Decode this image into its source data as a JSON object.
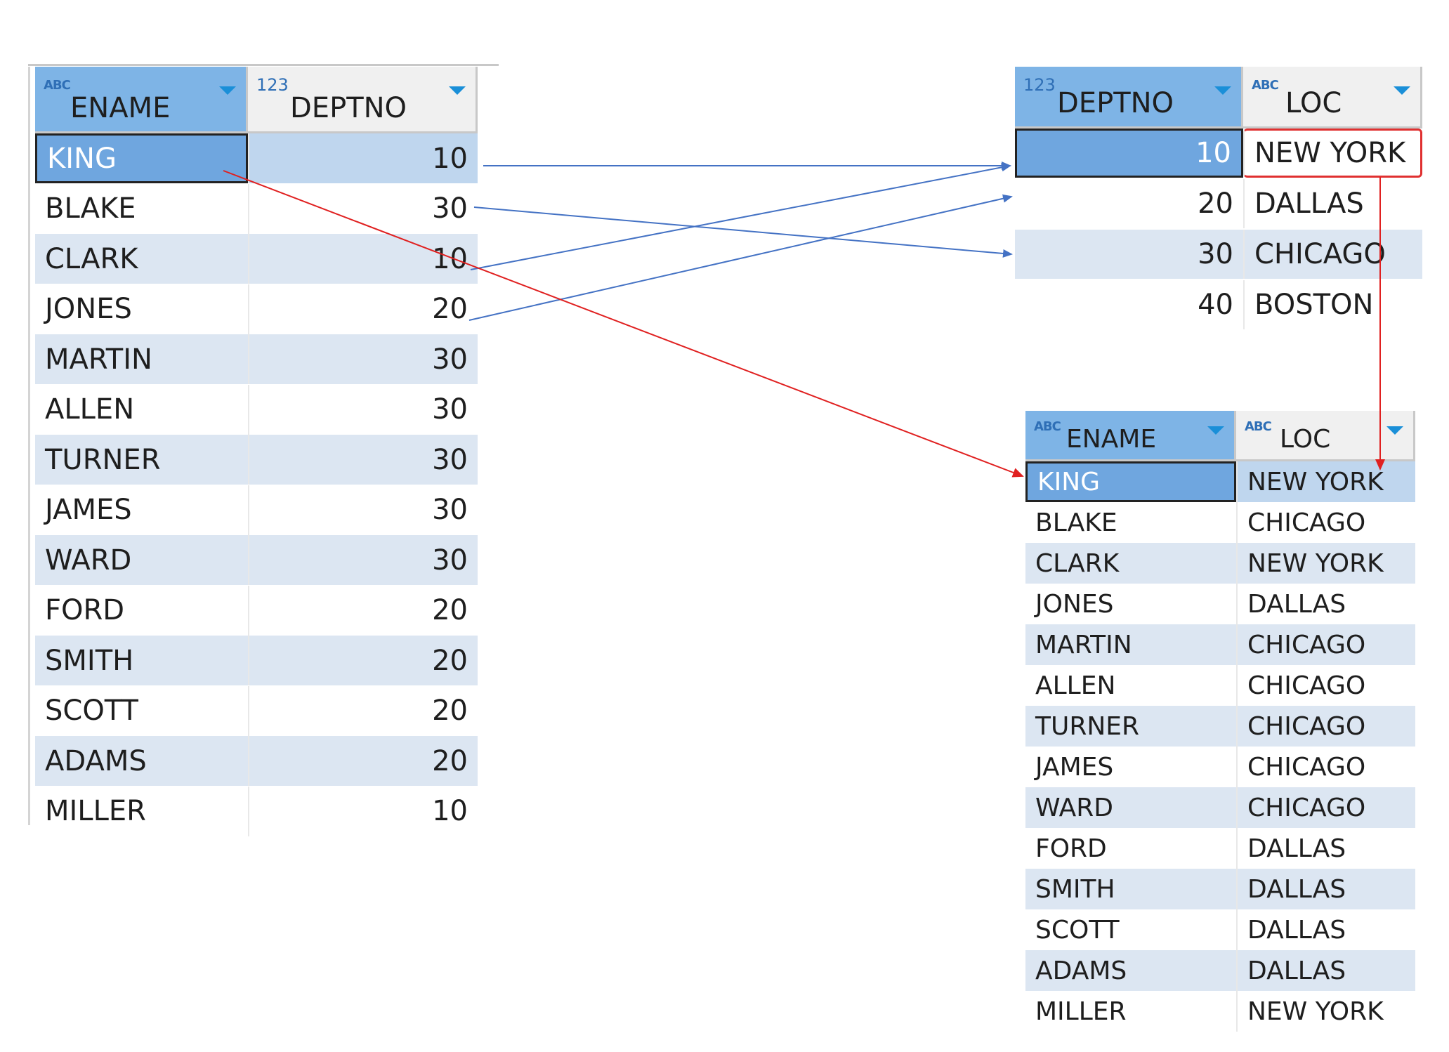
{
  "emp_grid": {
    "columns": [
      {
        "type_icon": "ABC",
        "name": "ENAME"
      },
      {
        "type_icon": "123",
        "name": "DEPTNO"
      }
    ],
    "rows": [
      {
        "ename": "KING",
        "deptno": "10"
      },
      {
        "ename": "BLAKE",
        "deptno": "30"
      },
      {
        "ename": "CLARK",
        "deptno": "10"
      },
      {
        "ename": "JONES",
        "deptno": "20"
      },
      {
        "ename": "MARTIN",
        "deptno": "30"
      },
      {
        "ename": "ALLEN",
        "deptno": "30"
      },
      {
        "ename": "TURNER",
        "deptno": "30"
      },
      {
        "ename": "JAMES",
        "deptno": "30"
      },
      {
        "ename": "WARD",
        "deptno": "30"
      },
      {
        "ename": "FORD",
        "deptno": "20"
      },
      {
        "ename": "SMITH",
        "deptno": "20"
      },
      {
        "ename": "SCOTT",
        "deptno": "20"
      },
      {
        "ename": "ADAMS",
        "deptno": "20"
      },
      {
        "ename": "MILLER",
        "deptno": "10"
      }
    ]
  },
  "dept_grid": {
    "columns": [
      {
        "type_icon": "123",
        "name": "DEPTNO"
      },
      {
        "type_icon": "ABC",
        "name": "LOC"
      }
    ],
    "rows": [
      {
        "deptno": "10",
        "loc": "NEW YORK"
      },
      {
        "deptno": "20",
        "loc": "DALLAS"
      },
      {
        "deptno": "30",
        "loc": "CHICAGO"
      },
      {
        "deptno": "40",
        "loc": "BOSTON"
      }
    ]
  },
  "result_grid": {
    "columns": [
      {
        "type_icon": "ABC",
        "name": "ENAME"
      },
      {
        "type_icon": "ABC",
        "name": "LOC"
      }
    ],
    "rows": [
      {
        "ename": "KING",
        "loc": "NEW YORK"
      },
      {
        "ename": "BLAKE",
        "loc": "CHICAGO"
      },
      {
        "ename": "CLARK",
        "loc": "NEW YORK"
      },
      {
        "ename": "JONES",
        "loc": "DALLAS"
      },
      {
        "ename": "MARTIN",
        "loc": "CHICAGO"
      },
      {
        "ename": "ALLEN",
        "loc": "CHICAGO"
      },
      {
        "ename": "TURNER",
        "loc": "CHICAGO"
      },
      {
        "ename": "JAMES",
        "loc": "CHICAGO"
      },
      {
        "ename": "WARD",
        "loc": "CHICAGO"
      },
      {
        "ename": "FORD",
        "loc": "DALLAS"
      },
      {
        "ename": "SMITH",
        "loc": "DALLAS"
      },
      {
        "ename": "SCOTT",
        "loc": "DALLAS"
      },
      {
        "ename": "ADAMS",
        "loc": "DALLAS"
      },
      {
        "ename": "MILLER",
        "loc": "NEW YORK"
      }
    ]
  },
  "colors": {
    "lookup_arrow": "#4472c4",
    "result_arrow": "#e02020",
    "selection": "#6fa6df",
    "alt_row": "#dce6f2"
  }
}
